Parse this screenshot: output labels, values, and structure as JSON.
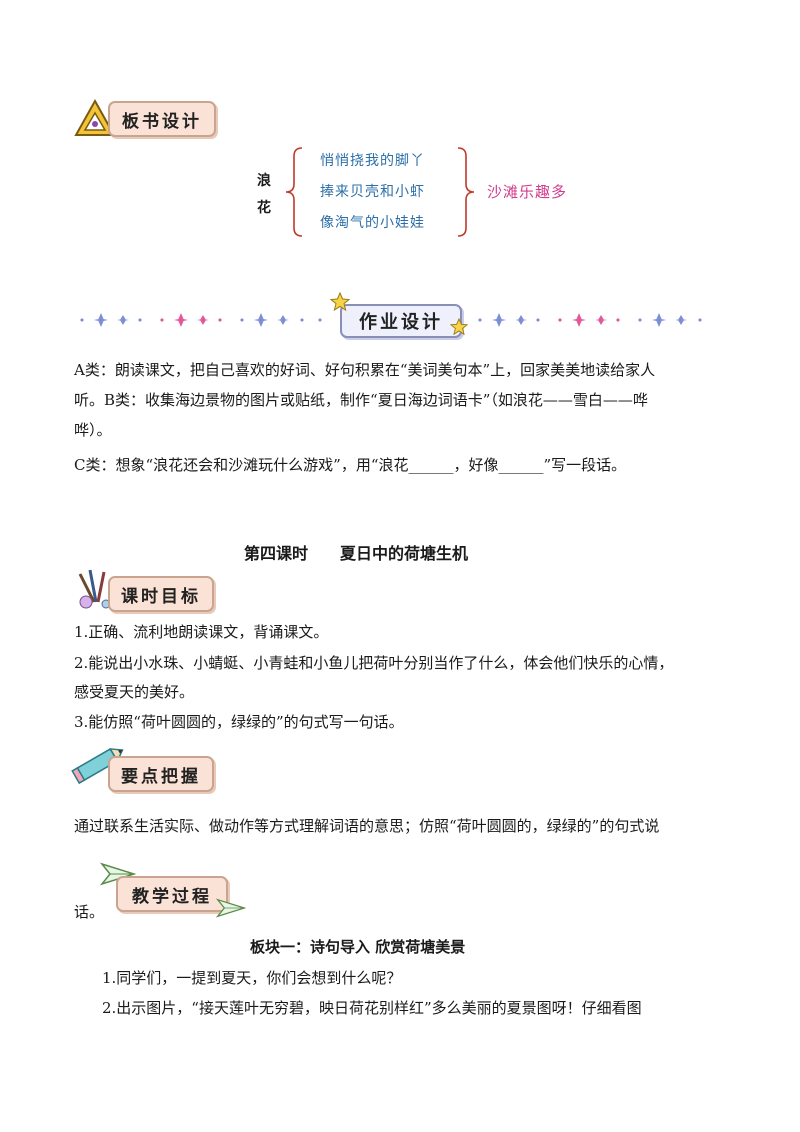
{
  "sections": {
    "board_design": "板书设计",
    "homework_design": "作业设计",
    "lesson_goals": "课时目标",
    "key_points": "要点把握",
    "teaching_process": "教学过程"
  },
  "board": {
    "left_top": "浪",
    "left_bottom": "花",
    "lines": [
      "悄悄挠我的脚丫",
      "捧来贝壳和小虾",
      "像淘气的小娃娃"
    ],
    "summary": "沙滩乐趣多"
  },
  "homework": {
    "line1": "A类：朗读课文，把自己喜欢的好词、好句积累在“美词美句本”上，回家美美地读给家人",
    "line2": "听。B类：收集海边景物的图片或贴纸，制作“夏日海边词语卡”（如浪花——雪白——哗",
    "line3": "哗）。",
    "line4": "C类：想象“浪花还会和沙滩玩什么游戏”，用“浪花______，好像______”写一段话。"
  },
  "lesson": {
    "title": "第四课时　　夏日中的荷塘生机",
    "goals": [
      "1.正确、流利地朗读课文，背诵课文。",
      "2.能说出小水珠、小蜻蜓、小青蛙和小鱼儿把荷叶分别当作了什么，体会他们快乐的心情，",
      "感受夏天的美好。",
      "3.能仿照“荷叶圆圆的，绿绿的”的句式写一句话。"
    ],
    "key_line1": "通过联系生活实际、做动作等方式理解词语的意思；仿照“荷叶圆圆的，绿绿的”的句式说",
    "key_line2": "话。",
    "block_title": "板块一：诗句导入 欣赏荷塘美景",
    "steps": [
      "1.同学们，一提到夏天，你们会想到什么呢？",
      "2.出示图片，“接天莲叶无穷碧，映日荷花别样红”多么美丽的夏景图呀！仔细看图"
    ]
  },
  "colors": {
    "board_blue": "#2c6fa8",
    "board_pink": "#d23c8c",
    "bracket_red": "#c0392b"
  }
}
